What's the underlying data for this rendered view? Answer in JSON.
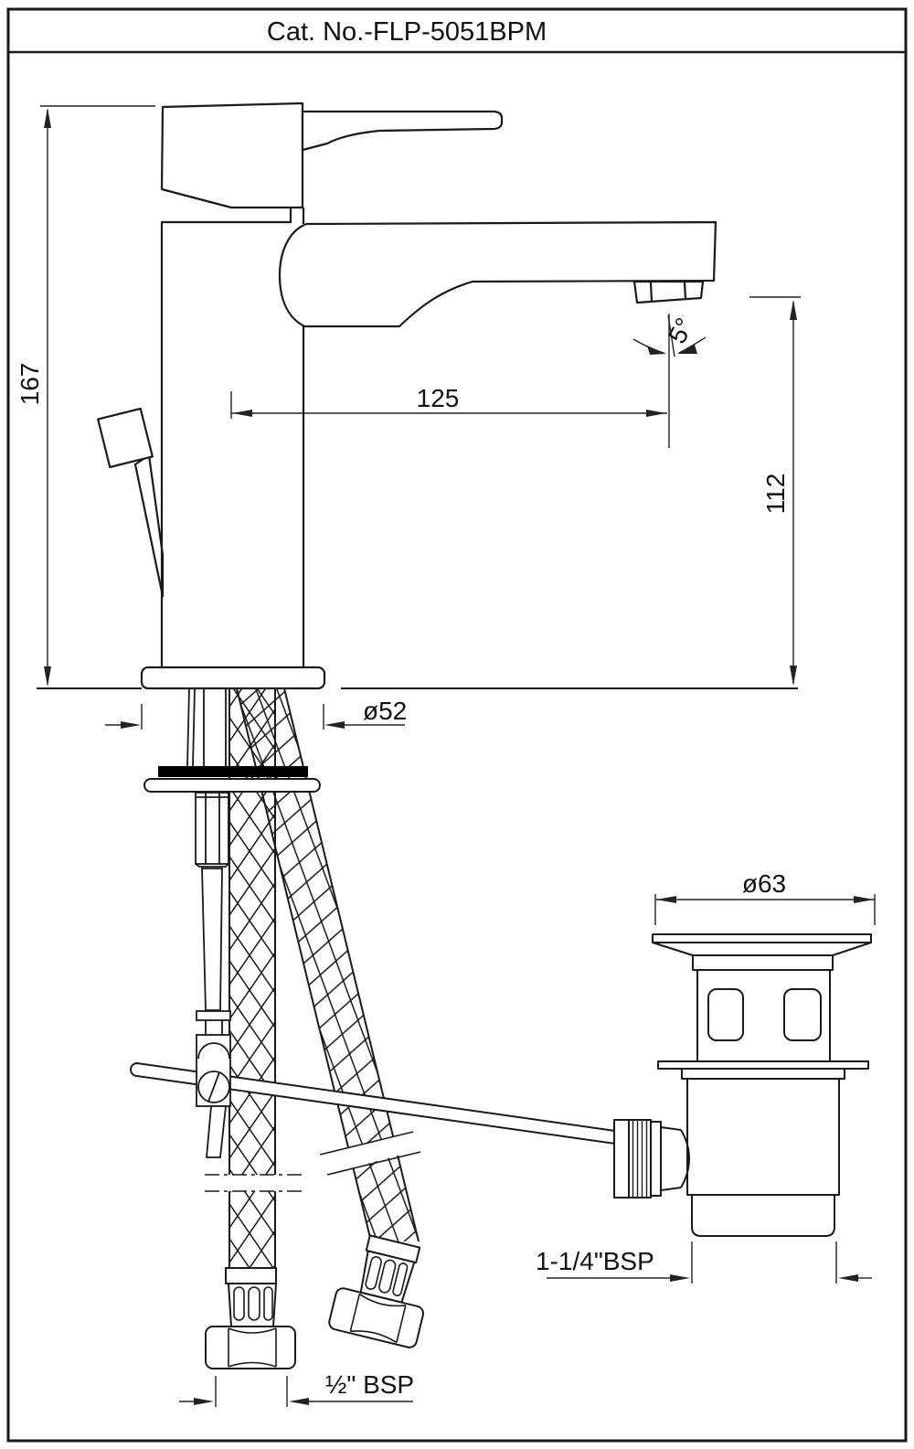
{
  "title": "Cat. No.-FLP-5051BPM",
  "colors": {
    "line": "#1a1a1a",
    "background": "#ffffff"
  },
  "drawing": {
    "type": "technical-dimension-drawing",
    "subject": "single-lever basin mixer with braided inlet hoses and pop-up waste",
    "labels": {
      "height_overall": "167",
      "spout_reach": "125",
      "spout_height": "112",
      "base_dia": "ø52",
      "spout_angle": "5°",
      "waste_dia": "ø63",
      "waste_thread": "1-1/4\"BSP",
      "hose_thread": "½\" BSP"
    }
  }
}
